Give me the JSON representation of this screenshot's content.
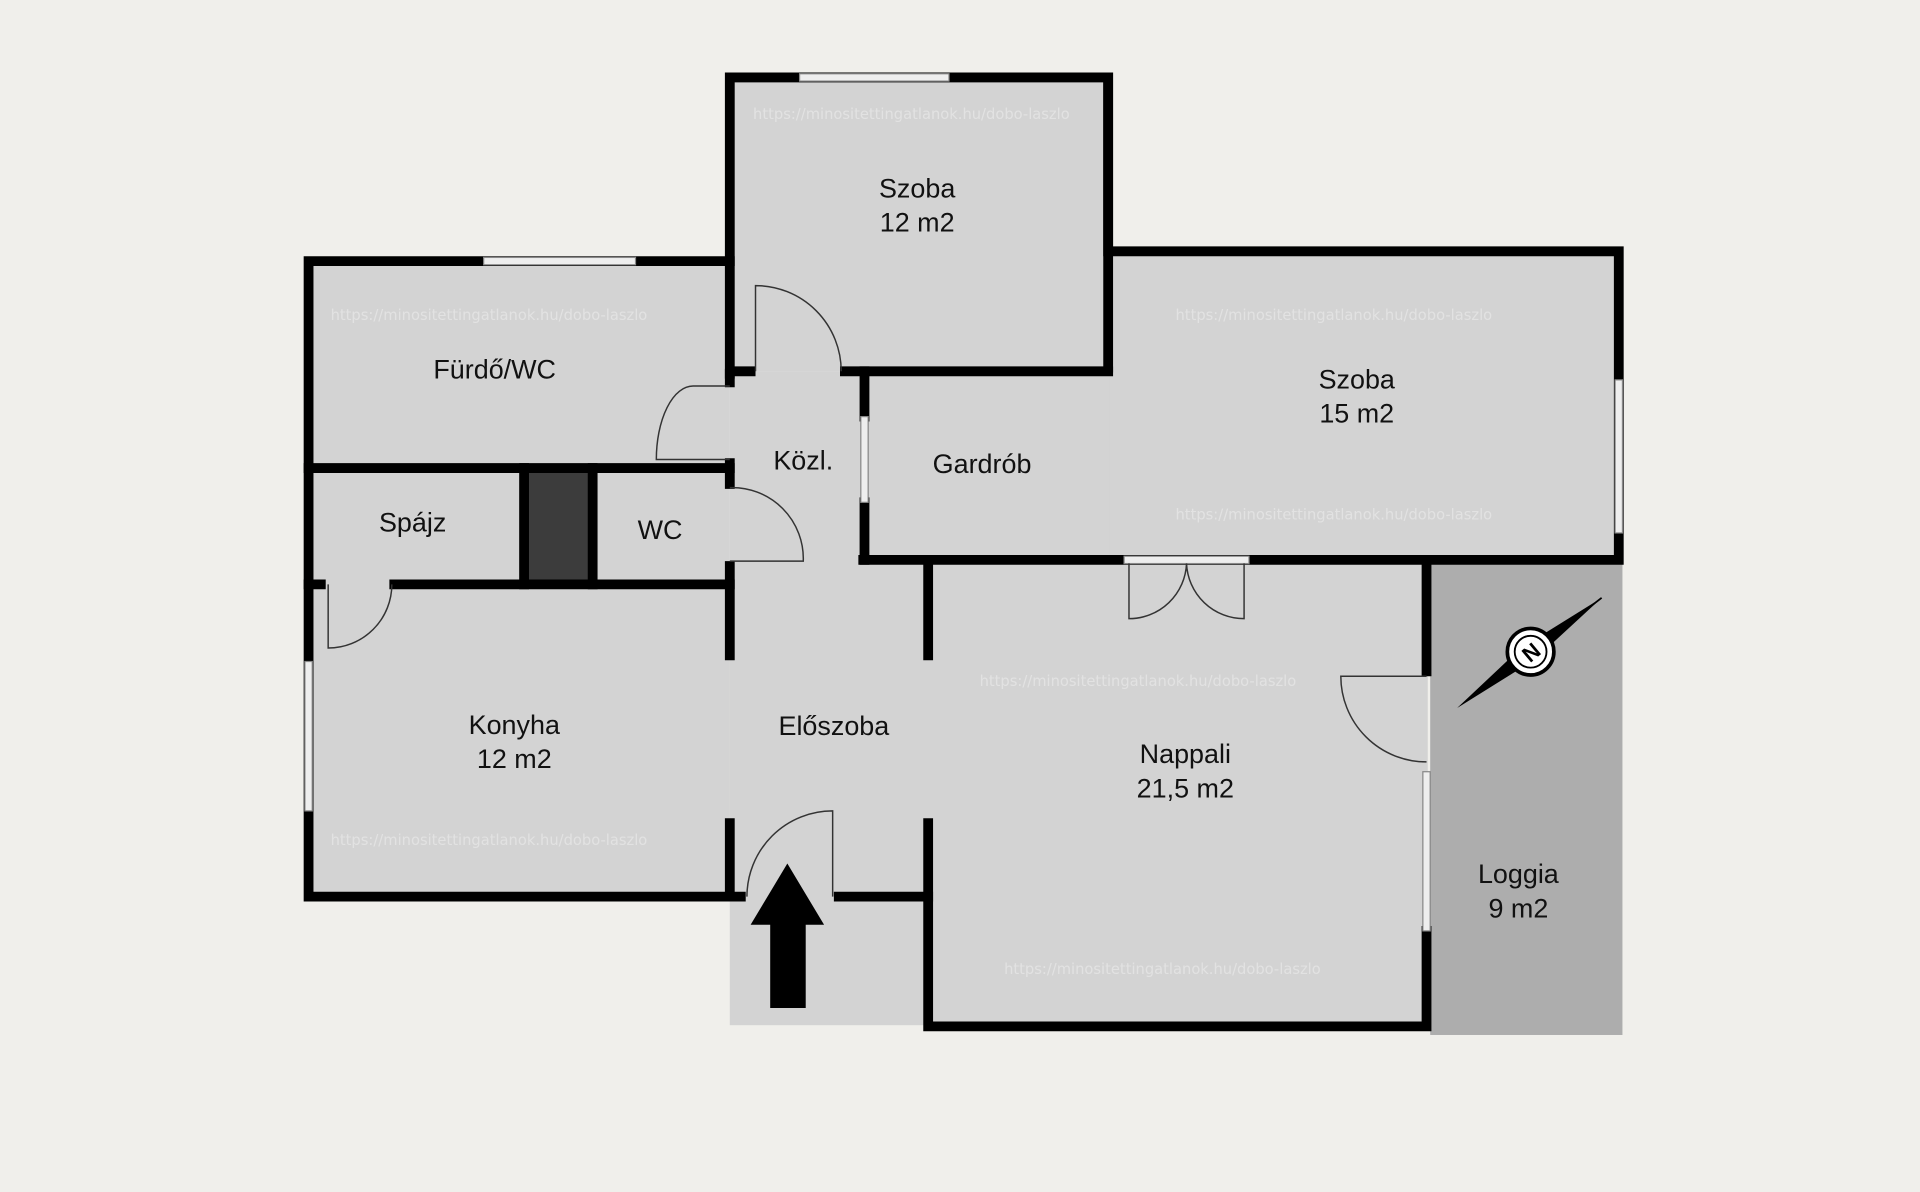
{
  "plan": {
    "watermark": "https://minositettingatlanok.hu/dobo-laszlo",
    "rooms": [
      {
        "name": "Szoba",
        "area": "12 m2"
      },
      {
        "name": "Fürdő/WC",
        "area": ""
      },
      {
        "name": "Szoba",
        "area": "15 m2"
      },
      {
        "name": "Közl.",
        "area": ""
      },
      {
        "name": "Gardrób",
        "area": ""
      },
      {
        "name": "Spájz",
        "area": ""
      },
      {
        "name": "WC",
        "area": ""
      },
      {
        "name": "Konyha",
        "area": "12 m2"
      },
      {
        "name": "Előszoba",
        "area": ""
      },
      {
        "name": "Nappali",
        "area": "21,5 m2"
      },
      {
        "name": "Loggia",
        "area": "9 m2"
      }
    ],
    "compass_label": "N",
    "colors": {
      "room": "#d3d3d3",
      "loggia": "#adadad",
      "wall": "#000000",
      "background": "#f0efeb"
    }
  }
}
